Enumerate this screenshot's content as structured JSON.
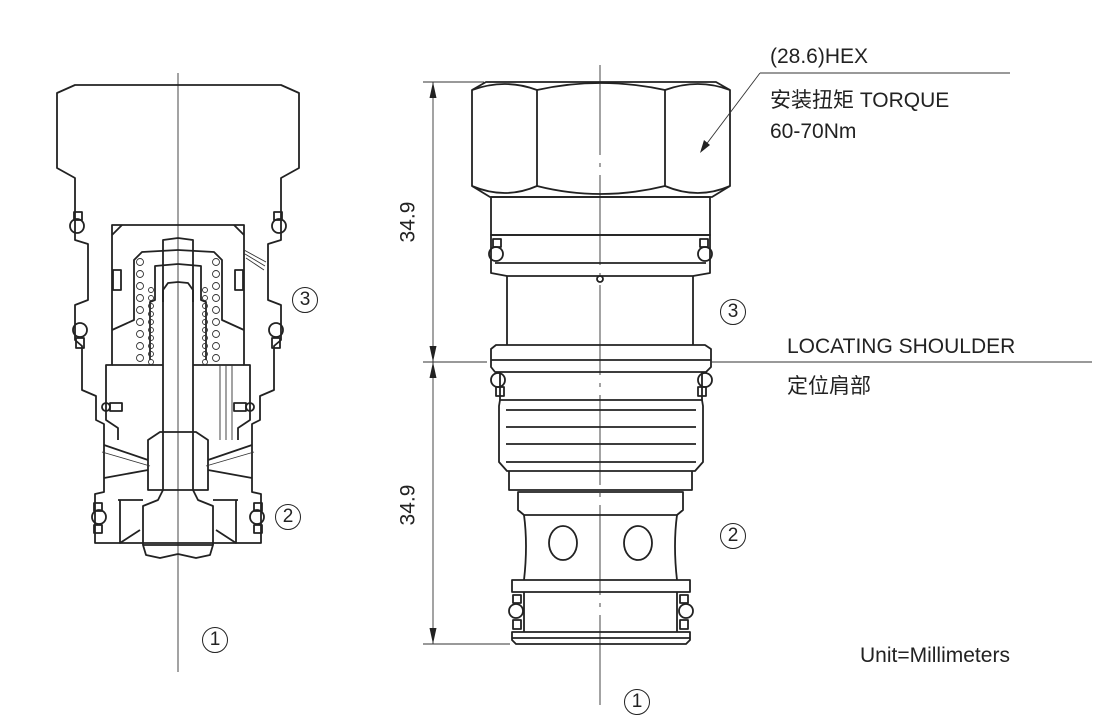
{
  "hex_label": "(28.6)HEX",
  "torque_label": "安装扭矩  TORQUE",
  "torque_value": "60-70Nm",
  "shoulder_label_en": "LOCATING SHOULDER",
  "shoulder_label_cn": "定位肩部",
  "unit_label": "Unit=Millimeters",
  "dimensions": {
    "upper": "34.9",
    "lower": "34.9"
  },
  "ports": {
    "p1": "1",
    "p2": "2",
    "p3": "3"
  }
}
